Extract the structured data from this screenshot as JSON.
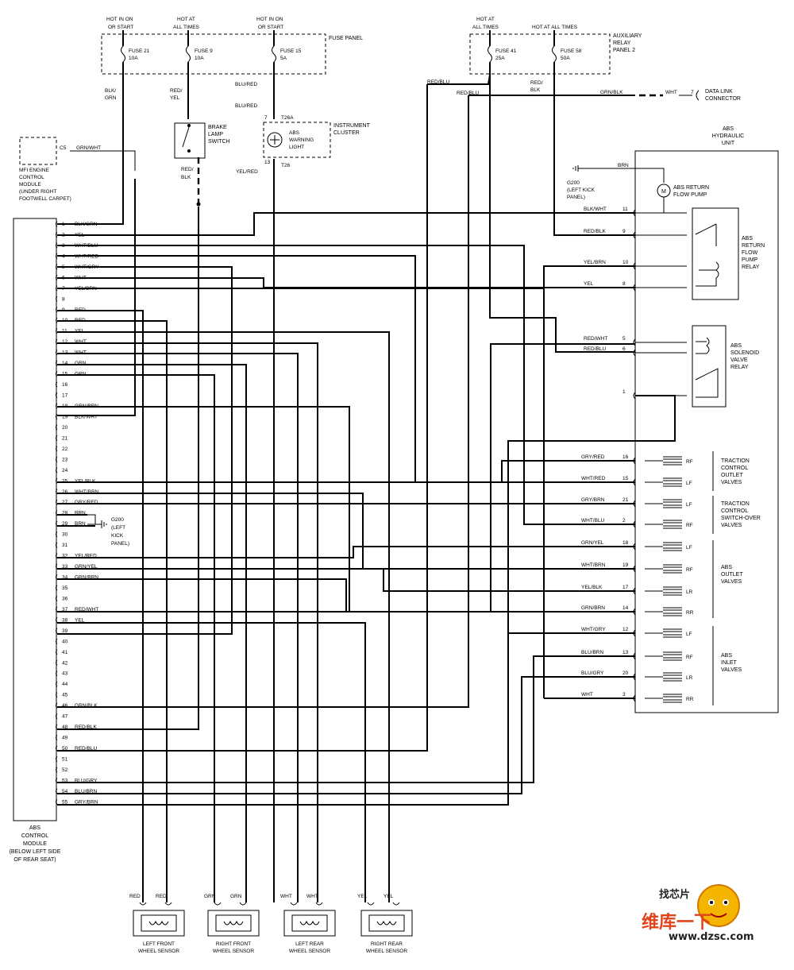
{
  "fuse_panel": {
    "label": "FUSE PANEL",
    "feeds": [
      {
        "hot1": "HOT IN ON",
        "hot2": "OR START",
        "fuse": "FUSE 21",
        "amp": "10A"
      },
      {
        "hot1": "HOT AT",
        "hot2": "ALL TIMES",
        "fuse": "FUSE 9",
        "amp": "10A"
      },
      {
        "hot1": "HOT IN ON",
        "hot2": "OR START",
        "fuse": "FUSE 15",
        "amp": "5A"
      }
    ]
  },
  "aux_panel": {
    "label1": "AUXILIARY",
    "label2": "RELAY",
    "label3": "PANEL 2",
    "feeds": [
      {
        "hot1": "HOT AT",
        "hot2": "ALL TIMES",
        "fuse": "FUSE 41",
        "amp": "25A"
      },
      {
        "hot1": "HOT AT ALL TIMES",
        "hot2": "",
        "fuse": "FUSE 58",
        "amp": "50A"
      }
    ]
  },
  "top_wires": {
    "blk_grn_1": "BLK/",
    "blk_grn_2": "GRN",
    "red_yel_1": "RED/",
    "red_yel_2": "YEL",
    "blu_red_a": "BLU/RED",
    "blu_red_b": "BLU/RED",
    "red_blu_a": "RED/BLU",
    "red_blu_b": "RED/BLU",
    "red_blk_1": "RED/",
    "red_blk_2": "BLK",
    "grn_blk": "GRN/BLK",
    "wht": "WHT",
    "red_blk_sw1": "RED/",
    "red_blk_sw2": "BLK",
    "yel_red": "YEL/RED",
    "pin7": "7",
    "pin13": "13",
    "t26a": "T26A",
    "t26": "T26",
    "dlc_pin": "7"
  },
  "dlc": {
    "l1": "DATA LINK",
    "l2": "CONNECTOR"
  },
  "brake_switch": {
    "l1": "BRAKE",
    "l2": "LAMP",
    "l3": "SWITCH"
  },
  "cluster": {
    "l1": "INSTRUMENT",
    "l2": "CLUSTER",
    "light1": "ABS",
    "light2": "WARNING",
    "light3": "LIGHT"
  },
  "mfi": {
    "pin": "C5",
    "wire": "GRN/WHT",
    "l1": "MFI ENGINE",
    "l2": "CONTROL",
    "l3": "MODULE",
    "l4": "(UNDER RIGHT",
    "l5": "FOOTWELL CARPET)"
  },
  "module": {
    "l1": "ABS",
    "l2": "CONTROL",
    "l3": "MODULE",
    "l4": "(BELOW LEFT SIDE",
    "l5": "OF REAR SEAT)"
  },
  "pins": [
    {
      "n": "1",
      "c": "BLK/GRN"
    },
    {
      "n": "2",
      "c": "YEL"
    },
    {
      "n": "3",
      "c": "WHT/BLU"
    },
    {
      "n": "4",
      "c": "WHT/RED"
    },
    {
      "n": "5",
      "c": "WHT/GRY"
    },
    {
      "n": "6",
      "c": "WHT"
    },
    {
      "n": "7",
      "c": "YEL/BRN"
    },
    {
      "n": "8",
      "c": ""
    },
    {
      "n": "9",
      "c": "RED"
    },
    {
      "n": "10",
      "c": "RED"
    },
    {
      "n": "11",
      "c": "YEL"
    },
    {
      "n": "12",
      "c": "WHT"
    },
    {
      "n": "13",
      "c": "WHT"
    },
    {
      "n": "14",
      "c": "GRN"
    },
    {
      "n": "15",
      "c": "GRN"
    },
    {
      "n": "16",
      "c": ""
    },
    {
      "n": "17",
      "c": ""
    },
    {
      "n": "18",
      "c": "GRN/BRN"
    },
    {
      "n": "19",
      "c": "BLK/WHT"
    },
    {
      "n": "20",
      "c": ""
    },
    {
      "n": "21",
      "c": ""
    },
    {
      "n": "22",
      "c": ""
    },
    {
      "n": "23",
      "c": ""
    },
    {
      "n": "24",
      "c": ""
    },
    {
      "n": "25",
      "c": "YEL/BLK"
    },
    {
      "n": "26",
      "c": "WHT/BRN"
    },
    {
      "n": "27",
      "c": "GRY/RED"
    },
    {
      "n": "28",
      "c": "BRN"
    },
    {
      "n": "29",
      "c": "BRN"
    },
    {
      "n": "30",
      "c": ""
    },
    {
      "n": "31",
      "c": ""
    },
    {
      "n": "32",
      "c": "YEL/RED"
    },
    {
      "n": "33",
      "c": "GRN/YEL"
    },
    {
      "n": "34",
      "c": "GRN/BRN"
    },
    {
      "n": "35",
      "c": ""
    },
    {
      "n": "36",
      "c": ""
    },
    {
      "n": "37",
      "c": "RED/WHT"
    },
    {
      "n": "38",
      "c": "YEL"
    },
    {
      "n": "39",
      "c": ""
    },
    {
      "n": "40",
      "c": ""
    },
    {
      "n": "41",
      "c": ""
    },
    {
      "n": "42",
      "c": ""
    },
    {
      "n": "43",
      "c": ""
    },
    {
      "n": "44",
      "c": ""
    },
    {
      "n": "45",
      "c": ""
    },
    {
      "n": "46",
      "c": "GRN/BLK"
    },
    {
      "n": "47",
      "c": ""
    },
    {
      "n": "48",
      "c": "RED/BLK"
    },
    {
      "n": "49",
      "c": ""
    },
    {
      "n": "50",
      "c": "RED/BLU"
    },
    {
      "n": "51",
      "c": ""
    },
    {
      "n": "52",
      "c": ""
    },
    {
      "n": "53",
      "c": "BLU/GRY"
    },
    {
      "n": "54",
      "c": "BLU/BRN"
    },
    {
      "n": "55",
      "c": "GRY/BRN"
    }
  ],
  "g200_left": {
    "name": "G200",
    "l1": "(LEFT",
    "l2": "KICK",
    "l3": "PANEL)"
  },
  "hydraulic": {
    "l1": "ABS",
    "l2": "HYDRAULIC",
    "l3": "UNIT"
  },
  "g200_right": {
    "name": "G200",
    "l1": "(LEFT KICK",
    "l2": "PANEL)",
    "wire": "BRN"
  },
  "pump": {
    "l1": "ABS RETURN",
    "l2": "FLOW PUMP",
    "m": "M"
  },
  "relays": {
    "return_flow": {
      "l1": "ABS",
      "l2": "RETURN",
      "l3": "FLOW",
      "l4": "PUMP",
      "l5": "RELAY"
    },
    "solenoid": {
      "l1": "ABS",
      "l2": "SOLENOID",
      "l3": "VALVE",
      "l4": "RELAY"
    }
  },
  "right_pins": [
    {
      "c": "BLK/WHT",
      "n": "11",
      "pos": ""
    },
    {
      "c": "RED/BLK",
      "n": "9",
      "pos": ""
    },
    {
      "c": "YEL/BRN",
      "n": "10",
      "pos": ""
    },
    {
      "c": "YEL",
      "n": "8",
      "pos": ""
    },
    {
      "c": "RED/WHT",
      "n": "5",
      "pos": ""
    },
    {
      "c": "RED/BLU",
      "n": "6",
      "pos": ""
    },
    {
      "c": "",
      "n": "1",
      "pos": ""
    },
    {
      "c": "GRY/RED",
      "n": "16",
      "pos": "RF"
    },
    {
      "c": "WHT/RED",
      "n": "15",
      "pos": "LF"
    },
    {
      "c": "GRY/BRN",
      "n": "21",
      "pos": "LF"
    },
    {
      "c": "WHT/BLU",
      "n": "2",
      "pos": "RF"
    },
    {
      "c": "GRN/YEL",
      "n": "18",
      "pos": "LF"
    },
    {
      "c": "WHT/BRN",
      "n": "19",
      "pos": "RF"
    },
    {
      "c": "YEL/BLK",
      "n": "17",
      "pos": "LR"
    },
    {
      "c": "GRN/BRN",
      "n": "14",
      "pos": "RR"
    },
    {
      "c": "WHT/GRY",
      "n": "12",
      "pos": "LF"
    },
    {
      "c": "BLU/BRN",
      "n": "13",
      "pos": "RF"
    },
    {
      "c": "BLU/GRY",
      "n": "20",
      "pos": "LR"
    },
    {
      "c": "WHT",
      "n": "3",
      "pos": "RR"
    }
  ],
  "valve_groups": [
    {
      "l1": "TRACTION",
      "l2": "CONTROL",
      "l3": "OUTLET",
      "l4": "VALVES"
    },
    {
      "l1": "TRACTION",
      "l2": "CONTROL",
      "l3": "SWITCH-OVER",
      "l4": "VALVES"
    },
    {
      "l1": "ABS",
      "l2": "OUTLET",
      "l3": "VALVES",
      "l4": ""
    },
    {
      "l1": "ABS",
      "l2": "INLET",
      "l3": "VALVES",
      "l4": ""
    }
  ],
  "sensors": [
    {
      "a": "RED",
      "b": "RED",
      "l1": "LEFT FRONT",
      "l2": "WHEEL SENSOR"
    },
    {
      "a": "GRN",
      "b": "GRN",
      "l1": "RIGHT FRONT",
      "l2": "WHEEL SENSOR"
    },
    {
      "a": "WHT",
      "b": "WHT",
      "l1": "LEFT REAR",
      "l2": "WHEEL SENSOR"
    },
    {
      "a": "YEL",
      "b": "YEL",
      "l1": "RIGHT REAR",
      "l2": "WHEEL SENSOR"
    }
  ],
  "watermark": {
    "top": "找芯片",
    "cn": "维库一下",
    "url": "www.dzsc.com"
  }
}
